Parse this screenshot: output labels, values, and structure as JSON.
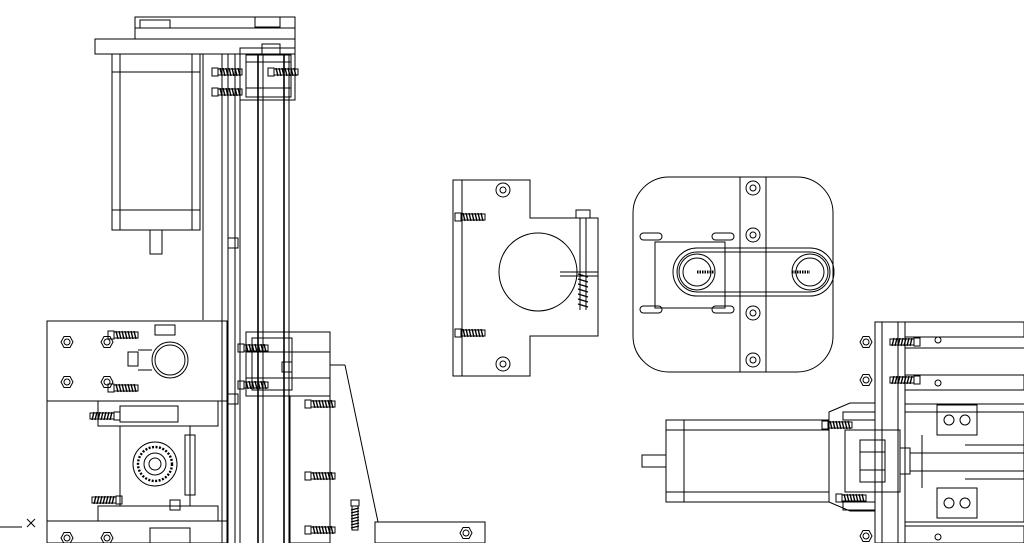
{
  "canvas": {
    "background": "#ffffff",
    "line_color": "#000000"
  },
  "views": [
    {
      "id": "motor-column-assembly"
    },
    {
      "id": "bearing-bracket"
    },
    {
      "id": "belt-tensioner-plate"
    },
    {
      "id": "lower-left-block"
    },
    {
      "id": "right-motor-assembly"
    }
  ],
  "icons": {
    "ucs": "ucs-icon"
  }
}
